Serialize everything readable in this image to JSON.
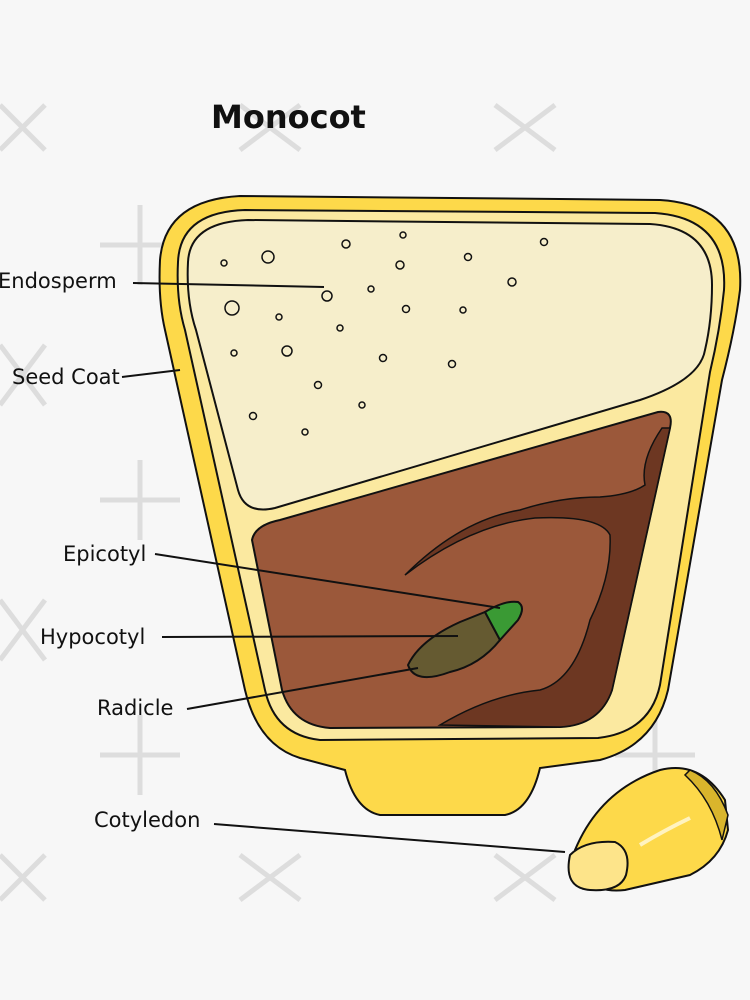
{
  "title": "Monocot",
  "labels": {
    "endosperm": "Endosperm",
    "seed_coat": "Seed Coat",
    "epicotyl": "Epicotyl",
    "hypocotyl": "Hypocotyl",
    "radicle": "Radicle",
    "cotyledon": "Cotyledon"
  },
  "colors": {
    "background": "#f7f7f7",
    "seed_coat": "#fdd94a",
    "inner_layer": "#fbe9a0",
    "endosperm": "#f6eecb",
    "embryo": "#9b583a",
    "embryo_dark": "#6d3722",
    "hypocotyl": "#655a31",
    "epicotyl": "#3a9a34"
  }
}
